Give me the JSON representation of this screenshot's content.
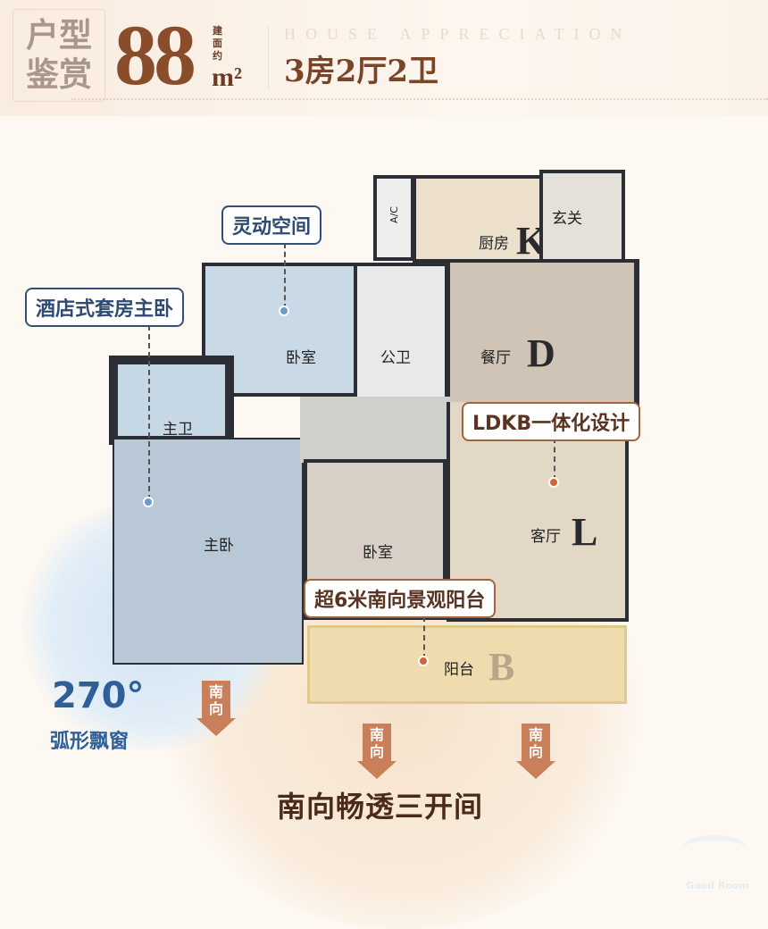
{
  "header": {
    "section_title_1": "户型",
    "section_title_2": "鉴赏",
    "area": "88",
    "area_note": "建面约",
    "unit": "m²",
    "english": "HOUSE APPRECIATION",
    "layout": "3房2厅2卫"
  },
  "rooms": {
    "kitchen": "厨房",
    "kitchen_letter": "K",
    "foyer": "玄关",
    "ac": "A/C",
    "bedroom_north": "卧室",
    "public_bath": "公卫",
    "dining": "餐厅",
    "dining_letter": "D",
    "master_bath": "主卫",
    "master_bed": "主卧",
    "bedroom_south": "卧室",
    "living": "客厅",
    "living_letter": "L",
    "balcony": "阳台",
    "balcony_letter": "B"
  },
  "callouts": {
    "flexible_space": "灵动空间",
    "hotel_suite": "酒店式套房主卧",
    "ldkb": "LDKB一体化设计",
    "balcony": "超6米南向景观阳台",
    "bay_angle": "270°",
    "bay_window": "弧形飘窗",
    "south_through": "南向畅透三开间"
  },
  "orientation": {
    "south": [
      "南",
      "向"
    ]
  },
  "watermark": "Good Room",
  "colors": {
    "blue_tag": "#2e4c72",
    "brown_tag": "#5a3420",
    "arrow": "#c87f5a",
    "title": "#8a4d2c"
  }
}
